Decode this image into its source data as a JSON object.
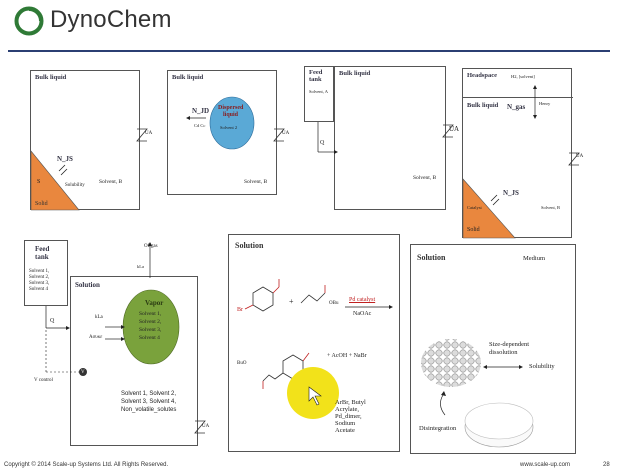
{
  "header": {
    "brand": "DynoChem",
    "brand_color": "#2f7a36"
  },
  "panels": {
    "p1": {
      "title": "Bulk liquid",
      "label_njs": "N_JS",
      "label_s": "S",
      "label_solubility": "Solubility",
      "label_solvent": "Solvent, B",
      "label_solid": "Solid",
      "label_ua": "UA"
    },
    "p2": {
      "title": "Bulk liquid",
      "label_njd": "N_JD",
      "label_cdcc": "Cd Cc",
      "drop_line1": "Dispersed",
      "drop_line2": "liquid",
      "drop_sub": "Solvent 2",
      "label_solvent": "Solvent, B",
      "label_ua": "UA"
    },
    "p3": {
      "feed_line1": "Feed",
      "feed_line2": "tank",
      "feed_sub": "Solvent, A",
      "title": "Bulk liquid",
      "label_q": "Q",
      "label_solvent": "Solvent, B",
      "label_ua": "UA"
    },
    "p4": {
      "headspace": "Headspace",
      "h2": "H2, [solvent]",
      "title": "Bulk liquid",
      "ngas": "N_gas",
      "henry": "Henry",
      "njs": "N_JS",
      "catalyst": "Catalyst",
      "solvent": "Solvent, B",
      "solid": "Solid",
      "label_ua": "UA"
    },
    "p5": {
      "feed_line1": "Feed",
      "feed_line2": "tank",
      "feed_solvents": [
        "Solvent 1,",
        "Solvent 2,",
        "Solvent 3,",
        "Solvent 4"
      ],
      "offgas": "Offgas",
      "kla_top": "kLa",
      "title": "Solution",
      "q": "Q",
      "kla": "kLa",
      "acum": "Aσυκε",
      "vapor_title": "Vapor",
      "vapor_items": [
        "Solvent 1,",
        "Solvent 2,",
        "Solvent 3,",
        "Solvent 4"
      ],
      "vcontrol": "V control",
      "v": "V",
      "liquid_lines": [
        "Solvent 1, Solvent 2,",
        "Solvent 3, Solvent 4,",
        "Non_volatile_solutes"
      ],
      "label_ua": "UA"
    },
    "p6": {
      "title": "Solution",
      "br": "Br",
      "obu": "OBu",
      "pd_catalyst": "Pd catalyst",
      "naoac": "NaOAc",
      "bu_o": "BuO",
      "plus1": "+",
      "byproducts": "+ AcOH + NaBr",
      "legend_lines": [
        "ArBr, Butyl",
        "Acrylate,",
        "Pd_dimer,",
        "Sodium",
        "Acetate"
      ]
    },
    "p7": {
      "title": "Solution",
      "medium": "Medium",
      "size_line1": "Size-dependent",
      "size_line2": "dissolution",
      "solubility": "Solubility",
      "disintegration": "Disintegration"
    }
  },
  "footer": {
    "copyright": "Copyright © 2014 Scale-up Systems Ltd. All Rights Reserved.",
    "url": "www.scale-up.com",
    "page": "28"
  }
}
